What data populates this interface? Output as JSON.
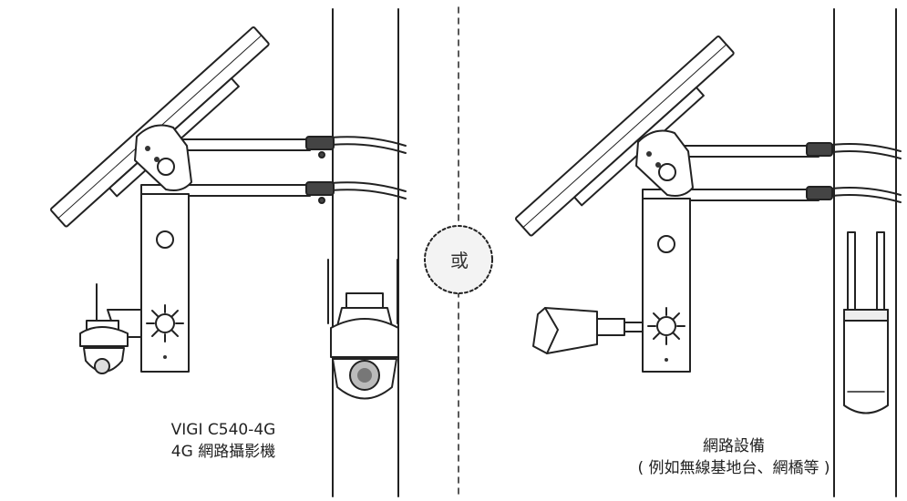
{
  "separator_label": "或",
  "left_caption": {
    "model": "VIGI C540-4G",
    "description": "4G 網路攝影機"
  },
  "right_caption": {
    "title": "網路設備",
    "examples": "( 例如無線基地台、網橋等 )"
  }
}
